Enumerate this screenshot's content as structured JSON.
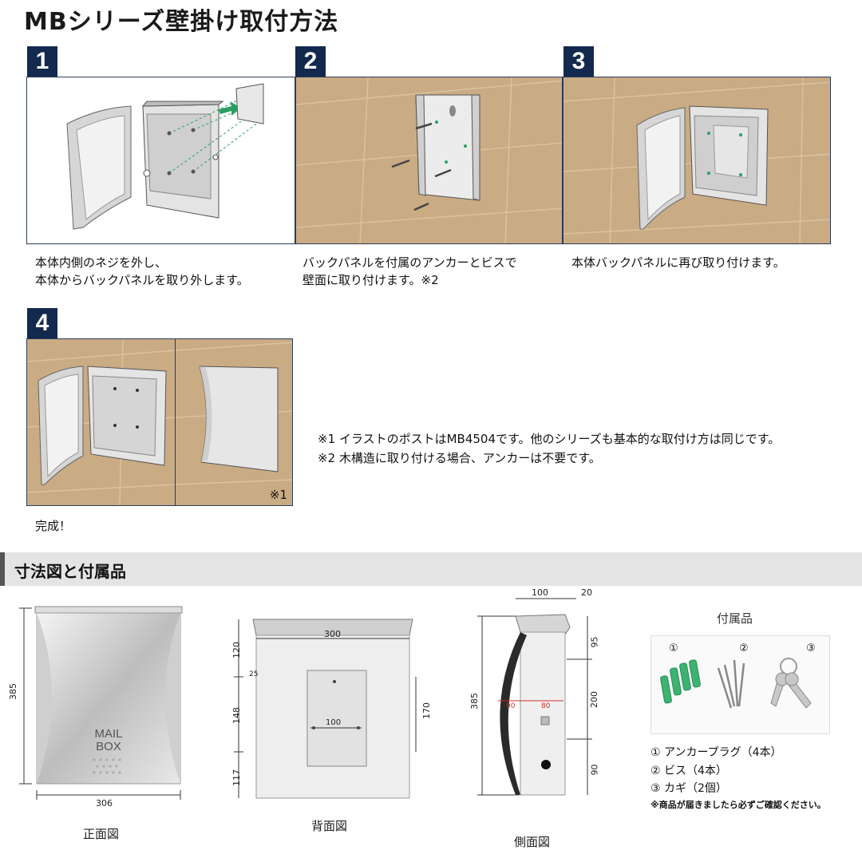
{
  "title": "MBシリーズ壁掛け取付方法",
  "steps": [
    {
      "number": "1",
      "caption_line1": "本体内側のネジを外し、",
      "caption_line2": "本体からバックパネルを取り外します。"
    },
    {
      "number": "2",
      "caption_line1": "バックパネルを付属のアンカーとビスで",
      "caption_line2": "壁面に取り付けます。※2"
    },
    {
      "number": "3",
      "caption_line1": "本体バックパネルに再び取り付けます。",
      "caption_line2": ""
    },
    {
      "number": "4",
      "caption_line1": "完成！",
      "caption_line2": "",
      "panel_mark": "※1"
    }
  ],
  "notes": [
    "※1 イラストのポストはMB4504です。他のシリーズも基本的な取付け方は同じです。",
    "※2 木構造に取り付ける場合、アンカーは不要です。"
  ],
  "section_title": "寸法図と付属品",
  "views": {
    "front": {
      "label": "正面図",
      "height": "385",
      "width": "306",
      "logo_line1": "MAIL",
      "logo_line2": "BOX"
    },
    "back": {
      "label": "背面図",
      "width": "300",
      "top": "120",
      "middle": "148",
      "bottom": "117",
      "right": "170",
      "hole_spacing": "100",
      "offset": "25"
    },
    "side": {
      "label": "側面図",
      "height": "385",
      "depth": "100",
      "lid": "20",
      "top": "95",
      "middle": "200",
      "bottom": "90",
      "left_red": "90",
      "right_red": "80"
    }
  },
  "accessories": {
    "title": "付属品",
    "markers": [
      "①",
      "②",
      "③"
    ],
    "items": [
      "① アンカープラグ（4本）",
      "② ビス（4本）",
      "③ カギ（2個）"
    ],
    "note": "※商品が届きましたら必ずご確認ください。"
  },
  "colors": {
    "step_badge": "#13294d",
    "wall": "#c9ab84",
    "accent_green": "#2aa060",
    "dimension_red": "#d0302a"
  }
}
